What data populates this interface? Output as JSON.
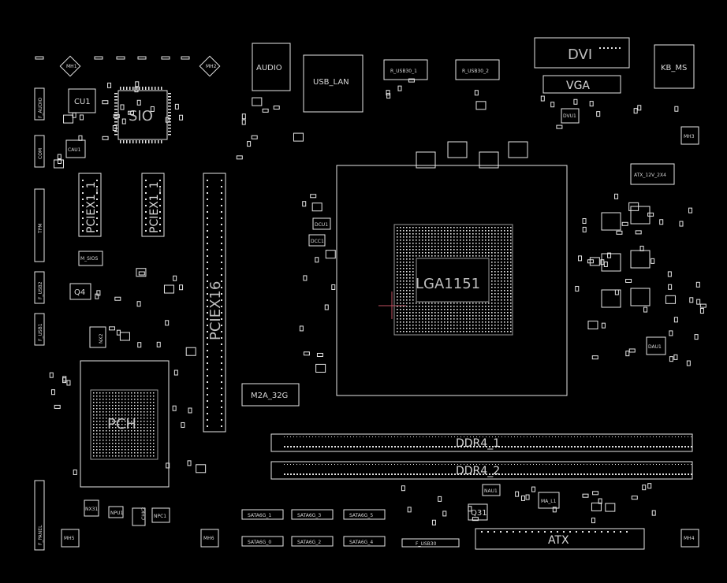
{
  "colors": {
    "background": "#000000",
    "outline": "#e6e6e6",
    "label": "#d8d8d8",
    "marker": "#c05060"
  },
  "labels": {
    "audio": "AUDIO",
    "usb_lan": "USB_LAN",
    "usb_left": "R_USB30_1",
    "usb_right": "R_USB30_2",
    "dvi": "DVI",
    "vga": "VGA",
    "kb_ms": "KB_MS",
    "sio": "SIO",
    "cu1": "CU1",
    "cau1": "CAU1",
    "cpu_socket": "LGA1151",
    "pciex16": "PCIEX16",
    "pciex1_1": "PCIEX1_1",
    "pciex1_2": "PCIEX1_1",
    "m2a": "M2A_32G",
    "pch": "PCH",
    "ddr4_1": "DDR4_1",
    "ddr4_2": "DDR4_2",
    "atx": "ATX",
    "atx12v": "ATX_12V_2X4",
    "q4": "Q4",
    "q31": "Q31",
    "nx2": "NX2",
    "mh1": "MH1",
    "mh2": "MH2",
    "mh3": "MH3",
    "mh4": "MH4",
    "mh5": "MH5",
    "mh6": "MH6",
    "m_sios": "M_SIOS",
    "f_panel": "F_PANEL",
    "f_audio": "F_AUDIO",
    "com": "COM",
    "tpm": "TPM",
    "f_usb2": "F_USB2",
    "f_usb1": "F_USB1",
    "f_usb30": "F_USB30",
    "sata6g_1": "SATA6G_1",
    "sata6g_2": "SATA6G_2",
    "sata6g_3": "SATA6G_3",
    "sata6g_4": "SATA6G_4",
    "sata6g_5": "SATA6G_5",
    "sata6g_0": "SATA6G_0",
    "dcu1": "DCU1",
    "dcc1": "DCC1",
    "dvu1": "DVU1",
    "dau1": "DAU1",
    "npu1": "NPU1",
    "nx31": "NX31",
    "nau1": "NAU1",
    "ma_l1": "MA_L1",
    "chk2": "CHK2",
    "npc1": "NPC1"
  }
}
